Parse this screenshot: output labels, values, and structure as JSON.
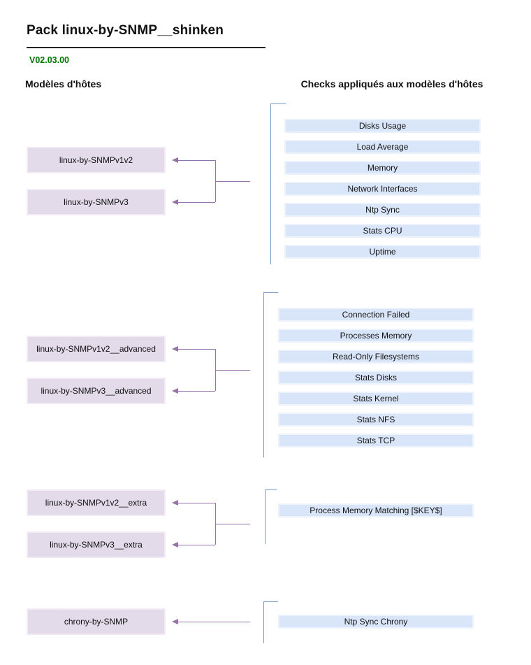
{
  "page": {
    "title": "Pack linux-by-SNMP__shinken",
    "version": "V02.03.00",
    "left_column_header": "Modèles d'hôtes",
    "right_column_header": "Checks appliqués aux modèles d'hôtes"
  },
  "colors": {
    "host_box_fill": "#e3daea",
    "host_box_border": "#f0ebf5",
    "check_box_fill": "#d9e5f8",
    "check_box_border": "#edf3fc",
    "connector": "#9673a6",
    "bracket": "#7d9bc6",
    "version_text": "#007700"
  },
  "diagram": {
    "groups": [
      {
        "hosts": [
          "linux-by-SNMPv1v2",
          "linux-by-SNMPv3"
        ],
        "checks": [
          "Disks Usage",
          "Load Average",
          "Memory",
          "Network Interfaces",
          "Ntp Sync",
          "Stats CPU",
          "Uptime"
        ]
      },
      {
        "hosts": [
          "linux-by-SNMPv1v2__advanced",
          "linux-by-SNMPv3__advanced"
        ],
        "checks": [
          "Connection Failed",
          "Processes Memory",
          "Read-Only Filesystems",
          "Stats Disks",
          "Stats Kernel",
          "Stats NFS",
          "Stats TCP"
        ]
      },
      {
        "hosts": [
          "linux-by-SNMPv1v2__extra",
          "linux-by-SNMPv3__extra"
        ],
        "checks": [
          "Process Memory Matching [$KEY$]"
        ]
      },
      {
        "hosts": [
          "chrony-by-SNMP"
        ],
        "checks": [
          "Ntp Sync Chrony"
        ]
      }
    ]
  }
}
